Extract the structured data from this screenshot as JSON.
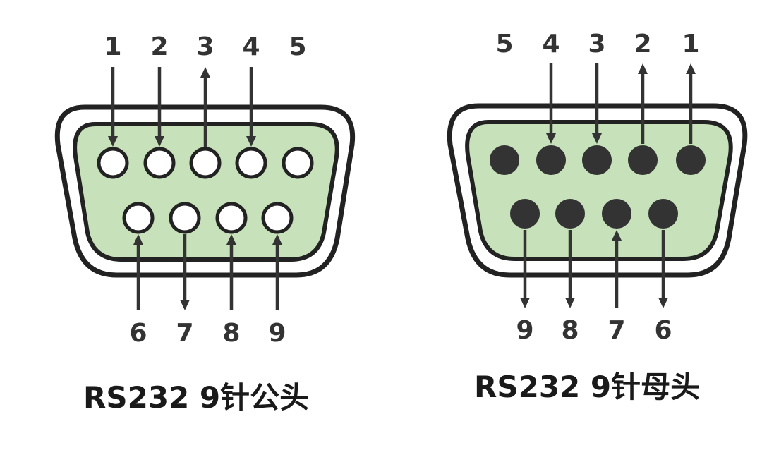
{
  "connectors": [
    {
      "id": "male",
      "caption": "RS232 9针公头",
      "pin_style": "hollow",
      "top_row": [
        {
          "num": "1",
          "direction": "in"
        },
        {
          "num": "2",
          "direction": "in"
        },
        {
          "num": "3",
          "direction": "out"
        },
        {
          "num": "4",
          "direction": "in"
        },
        {
          "num": "5",
          "direction": "none"
        }
      ],
      "bottom_row": [
        {
          "num": "6",
          "direction": "in"
        },
        {
          "num": "7",
          "direction": "out"
        },
        {
          "num": "8",
          "direction": "in"
        },
        {
          "num": "9",
          "direction": "in"
        }
      ]
    },
    {
      "id": "female",
      "caption": "RS232 9针母头",
      "pin_style": "filled",
      "top_row": [
        {
          "num": "5",
          "direction": "none"
        },
        {
          "num": "4",
          "direction": "in"
        },
        {
          "num": "3",
          "direction": "in"
        },
        {
          "num": "2",
          "direction": "out"
        },
        {
          "num": "1",
          "direction": "out"
        }
      ],
      "bottom_row": [
        {
          "num": "9",
          "direction": "out"
        },
        {
          "num": "8",
          "direction": "out"
        },
        {
          "num": "7",
          "direction": "in"
        },
        {
          "num": "6",
          "direction": "out"
        }
      ]
    }
  ],
  "colors": {
    "shell_fill": "#c7e2bb",
    "outline": "#222222",
    "pin_filled": "#333333",
    "pin_hollow": "#ffffff"
  }
}
